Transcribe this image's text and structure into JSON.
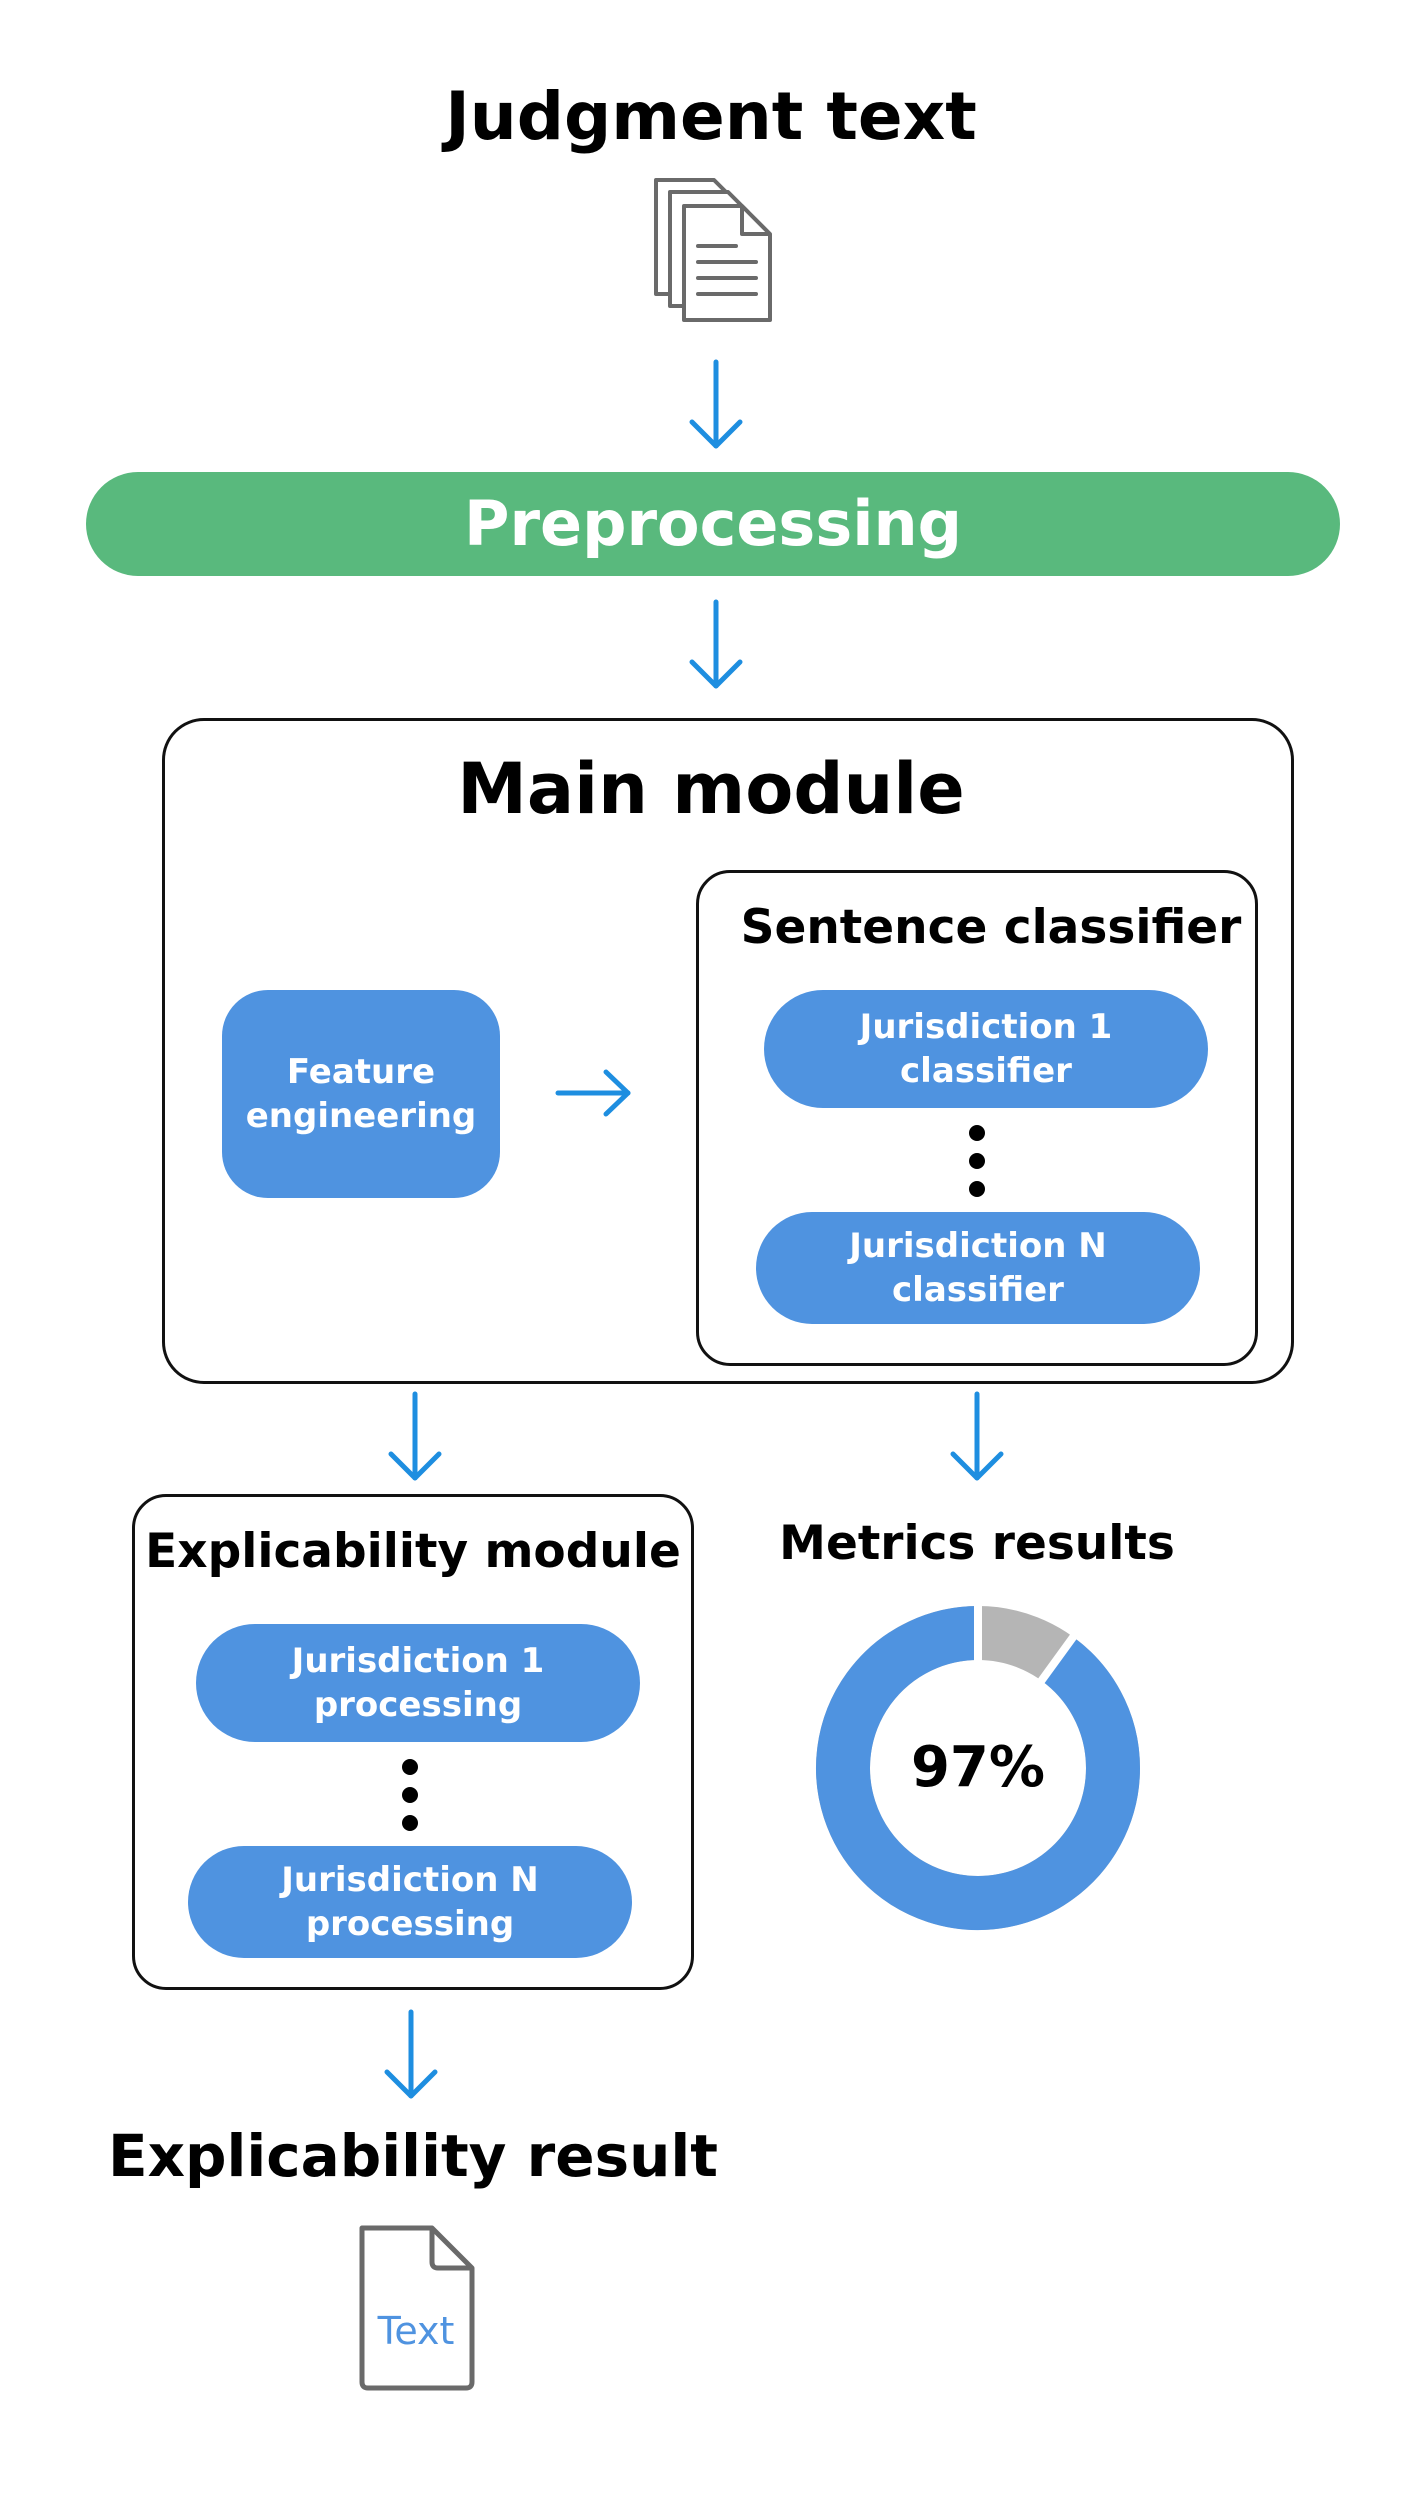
{
  "colors": {
    "arrow": "#1e8ee0",
    "box": "#4f93e0",
    "preprocess": "#59b97d",
    "donut_remainder": "#b5b5b5",
    "icon": "#6a6a6a"
  },
  "input": {
    "title": "Judgment text",
    "icon": "documents-icon"
  },
  "preprocessing": {
    "label": "Preprocessing"
  },
  "main_module": {
    "title": "Main module",
    "feature_engineering": "Feature\nengineering",
    "sentence_classifier": {
      "title": "Sentence classifier",
      "first": "Jurisdiction 1\nclassifier",
      "last": "Jurisdiction N\nclassifier"
    }
  },
  "explicability_module": {
    "title": "Explicability module",
    "first": "Jurisdiction 1\nprocessing",
    "last": "Jurisdiction N\nprocessing"
  },
  "metrics": {
    "title": "Metrics results",
    "value_label": "97%",
    "percent": 97
  },
  "output": {
    "title": "Explicability result",
    "doc_text": "Text",
    "icon": "document-icon"
  }
}
